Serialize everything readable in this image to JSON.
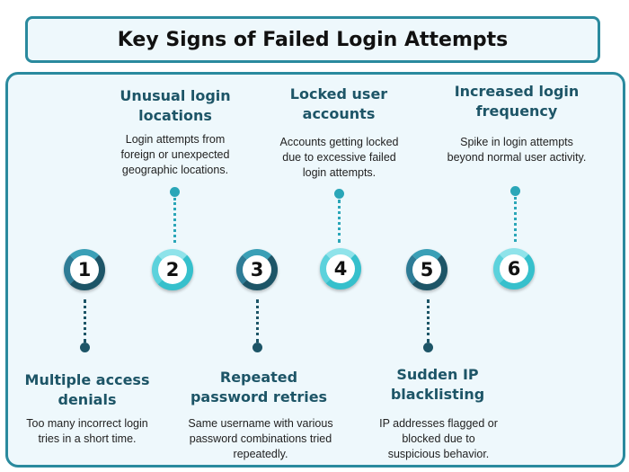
{
  "title": "Key Signs of Failed Login Attempts",
  "colors": {
    "border": "#2a8a9e",
    "dark_teal": "#1d5567",
    "light_teal": "#2aa6b8",
    "background": "#eef8fc"
  },
  "steps": [
    {
      "number": "1",
      "heading": "Multiple access denials",
      "description": "Too many incorrect login tries in a short time."
    },
    {
      "number": "2",
      "heading": "Unusual login locations",
      "description": "Login attempts from foreign or unexpected geographic locations."
    },
    {
      "number": "3",
      "heading": "Repeated password retries",
      "description": "Same username with various password combinations tried repeatedly."
    },
    {
      "number": "4",
      "heading": "Locked user accounts",
      "description": "Accounts getting locked due to excessive failed login attempts."
    },
    {
      "number": "5",
      "heading": "Sudden IP blacklisting",
      "description": "IP addresses flagged or blocked due to suspicious behavior."
    },
    {
      "number": "6",
      "heading": "Increased login frequency",
      "description": "Spike in login attempts beyond normal user activity."
    }
  ]
}
